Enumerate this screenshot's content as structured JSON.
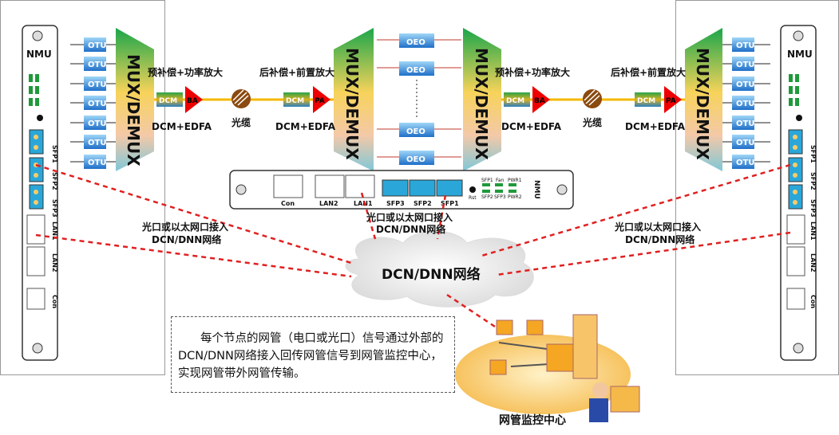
{
  "boards": {
    "nmu_label": "NMU",
    "ports": {
      "sfp1": "SFP1",
      "sfp2": "SFP2",
      "sfp3": "SFP3",
      "lan1": "LAN1",
      "lan2": "LAN2",
      "con": "Con"
    },
    "leds": {
      "pwr1": "PWR1",
      "pwr2": "PWR2",
      "fan": "Fan",
      "sfp1": "SFP1",
      "sfp2": "SFP2",
      "sfp3": "SFP3",
      "rst": "Rst"
    }
  },
  "otu_label": "OTU",
  "oeo_label": "OEO",
  "mux_label": "MUX/DEMUX",
  "dcm_label": "DCM",
  "ba_label": "BA",
  "pa_label": "PA",
  "pre_comp": "预补偿+功率放大",
  "post_comp": "后补偿+前置放大",
  "dcm_edfa": "DCM+EDFA",
  "fiber": "光缆",
  "access_line1": "光口或以太网口接入",
  "access_line2": "DCN/DNN网络",
  "cloud_label": "DCN/DNN网络",
  "note": "每个节点的网管（电口或光口）信号通过外部的DCN/DNN网络接入回传网管信号到网管监控中心，实现网管带外网管传输。",
  "nms_center": "网管监控中心",
  "colors": {
    "dashed_link": "#e02020",
    "fiber_line": "#f5b800",
    "port_blue": "#2aa7d8",
    "led_green": "#1f9a3a"
  }
}
